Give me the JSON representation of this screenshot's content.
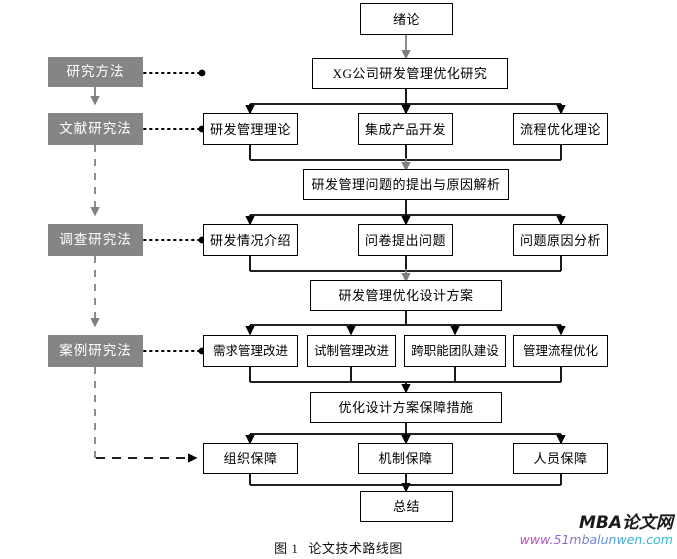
{
  "figure": {
    "caption_number": "图 1",
    "caption_text": "论文技术路线图"
  },
  "watermark": {
    "title": "MBA论文网",
    "url": "www.51mbalunwen.com",
    "color_start": "#e8409a",
    "color_end": "#28c3c9"
  },
  "colors": {
    "method_box_fill": "#858585",
    "method_box_text": "#ffffff",
    "node_border": "#000000",
    "node_fill": "#ffffff",
    "connector_black": "#000000",
    "connector_gray": "#808080"
  },
  "methods": [
    {
      "id": "m1",
      "label": "研究方法"
    },
    {
      "id": "m2",
      "label": "文献研究法"
    },
    {
      "id": "m3",
      "label": "调查研究法"
    },
    {
      "id": "m4",
      "label": "案例研究法"
    }
  ],
  "nodes": {
    "intro": {
      "label": "绪论"
    },
    "topic": {
      "label": "XG公司研发管理优化研究"
    },
    "theory": [
      {
        "label": "研发管理理论"
      },
      {
        "label": "集成产品开发"
      },
      {
        "label": "流程优化理论"
      }
    ],
    "problem": {
      "label": "研发管理问题的提出与原因解析"
    },
    "survey": [
      {
        "label": "研发情况介绍"
      },
      {
        "label": "问卷提出问题"
      },
      {
        "label": "问题原因分析"
      }
    ],
    "design": {
      "label": "研发管理优化设计方案"
    },
    "improve": [
      {
        "label": "需求管理改进"
      },
      {
        "label": "试制管理改进"
      },
      {
        "label": "跨职能团队建设"
      },
      {
        "label": "管理流程优化"
      }
    ],
    "safeguard": {
      "label": "优化设计方案保障措施"
    },
    "guarantee": [
      {
        "label": "组织保障"
      },
      {
        "label": "机制保障"
      },
      {
        "label": "人员保障"
      }
    ],
    "conclusion": {
      "label": "总结"
    }
  }
}
